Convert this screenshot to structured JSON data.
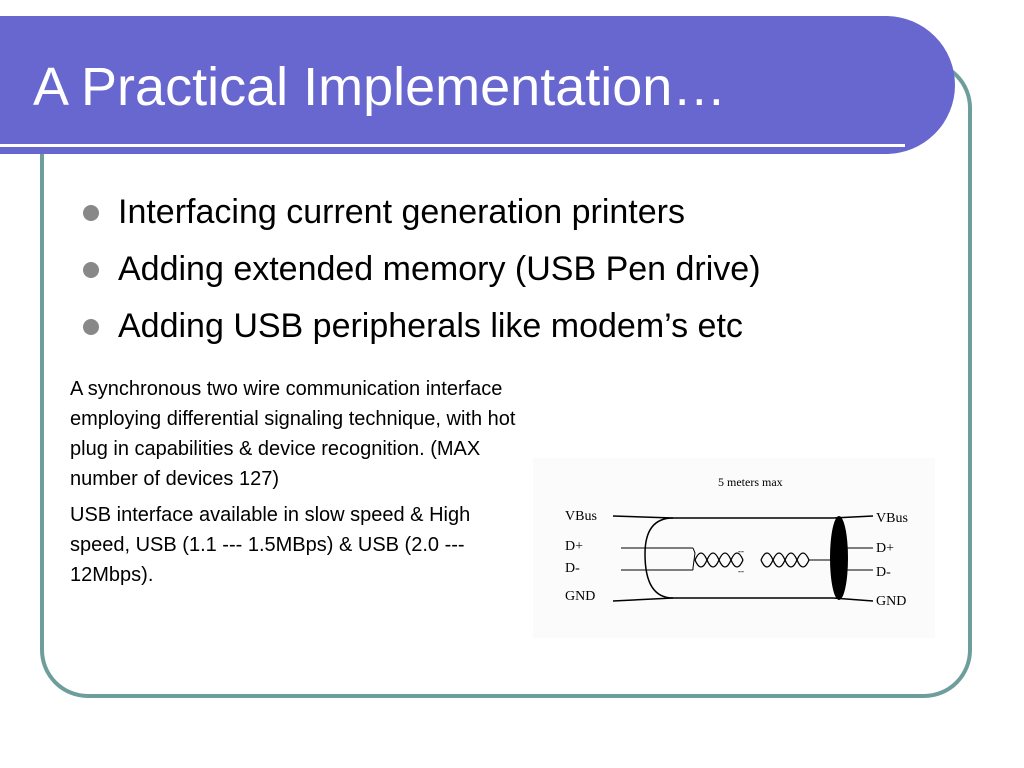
{
  "slide": {
    "title": "A Practical Implementation…",
    "bullets": [
      "Interfacing current generation printers",
      "Adding extended memory (USB Pen drive)",
      "Adding USB peripherals like modem’s etc"
    ],
    "description": [
      "A synchronous two wire communication interface employing differential signaling technique, with hot plug in capabilities & device recognition. (MAX number of devices 127)",
      "USB interface available in slow speed & High speed, USB (1.1 --- 1.5MBps) & USB (2.0 --- 12Mbps)."
    ]
  },
  "diagram": {
    "length_label": "5 meters max",
    "left_pins": [
      "VBus",
      "D+",
      "D-",
      "GND"
    ],
    "right_pins": [
      "VBus",
      "D+",
      "D-",
      "GND"
    ],
    "gap_marks": [
      "--",
      "--"
    ]
  },
  "colors": {
    "title_bar": "#6767cf",
    "frame_border": "#6e9e9c",
    "bullet_dot": "#888888"
  }
}
